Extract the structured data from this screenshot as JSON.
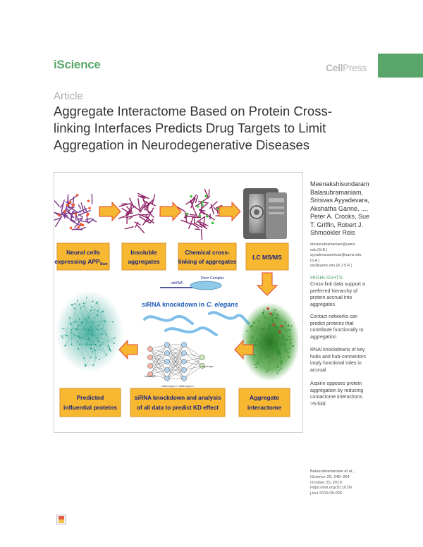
{
  "header": {
    "journal": "iScience",
    "publisher_cell": "Cell",
    "publisher_press": "Press"
  },
  "article_type": "Article",
  "title_lines": [
    "Aggregate Interactome Based on Protein Cross-",
    "linking Interfaces Predicts Drug Targets to Limit",
    "Aggregation in Neurodegenerative Diseases"
  ],
  "figure": {
    "labels": {
      "neural_cells": "Neural cells",
      "expressing_app": "expressing APP",
      "app_sub": "Swe",
      "insoluble": "Insoluble",
      "aggregates": "aggregates",
      "chemical": "Chemical cross-",
      "linking": "linking of aggregates",
      "lcms": "LC MS/MS",
      "predicted": "Predicted",
      "influential": "influential proteins",
      "sirna_line1": "siRNA knockdown and analysis",
      "sirna_line2": "of all data to predict KD effect",
      "aggregate": "Aggregate",
      "interactome": "interactome",
      "dicer": "Dicer Complex",
      "dsrna": "dsRNA",
      "sirna_knockdown": "siRNA knockdown in ",
      "c_elegans": "C. elegans",
      "input_layer": "input layer",
      "hidden1": "hidden layer 1",
      "hidden2": "hidden layer 2",
      "output_layer": "output layer"
    },
    "colors": {
      "box": "#f7b731",
      "arrow": "#f7b731",
      "arrow_stroke": "#e3402f",
      "box_text": "#1a237e",
      "aggregate": "#8e2466",
      "network_teal": "#1c9a86",
      "network_green": "#2d8a2a"
    }
  },
  "authors": [
    "Meenakshisundaram",
    "Balasubramaniam,",
    "Srinivas Ayyadevara,",
    "Akshatha Ganne, ...,",
    "Peter A. Crooks, Sue",
    "T. Griffin, Robert J.",
    "Shmookler Reis"
  ],
  "contacts": [
    "mbalasubramaniam@uams.",
    "edu (M.B.)",
    "ayyadevarasrinivas@uams.edu",
    "(S.A.)",
    "rjsr@uams.edu (R.J.S.R.)"
  ],
  "highlights_title": "HIGHLIGHTS",
  "highlights": [
    [
      "Cross-link data support a",
      "preferred hierarchy of",
      "protein accrual into",
      "aggregates"
    ],
    [
      "Contact networks can",
      "predict proteins that",
      "contribute functionally to",
      "aggregation"
    ],
    [
      "RNAi knockdowns of key",
      "hubs and hub-connectors",
      "imply functional roles in",
      "accrual"
    ],
    [
      "Aspirin opposes protein",
      "aggregation by reducing",
      "contactome interactions",
      ">5-fold"
    ]
  ],
  "citation": [
    "Balasubramaniam et al.,",
    "iScience 20, 248–264",
    "October 25, 2019",
    "https://doi.org/10.1016/",
    "j.isci.2019.09.026"
  ]
}
